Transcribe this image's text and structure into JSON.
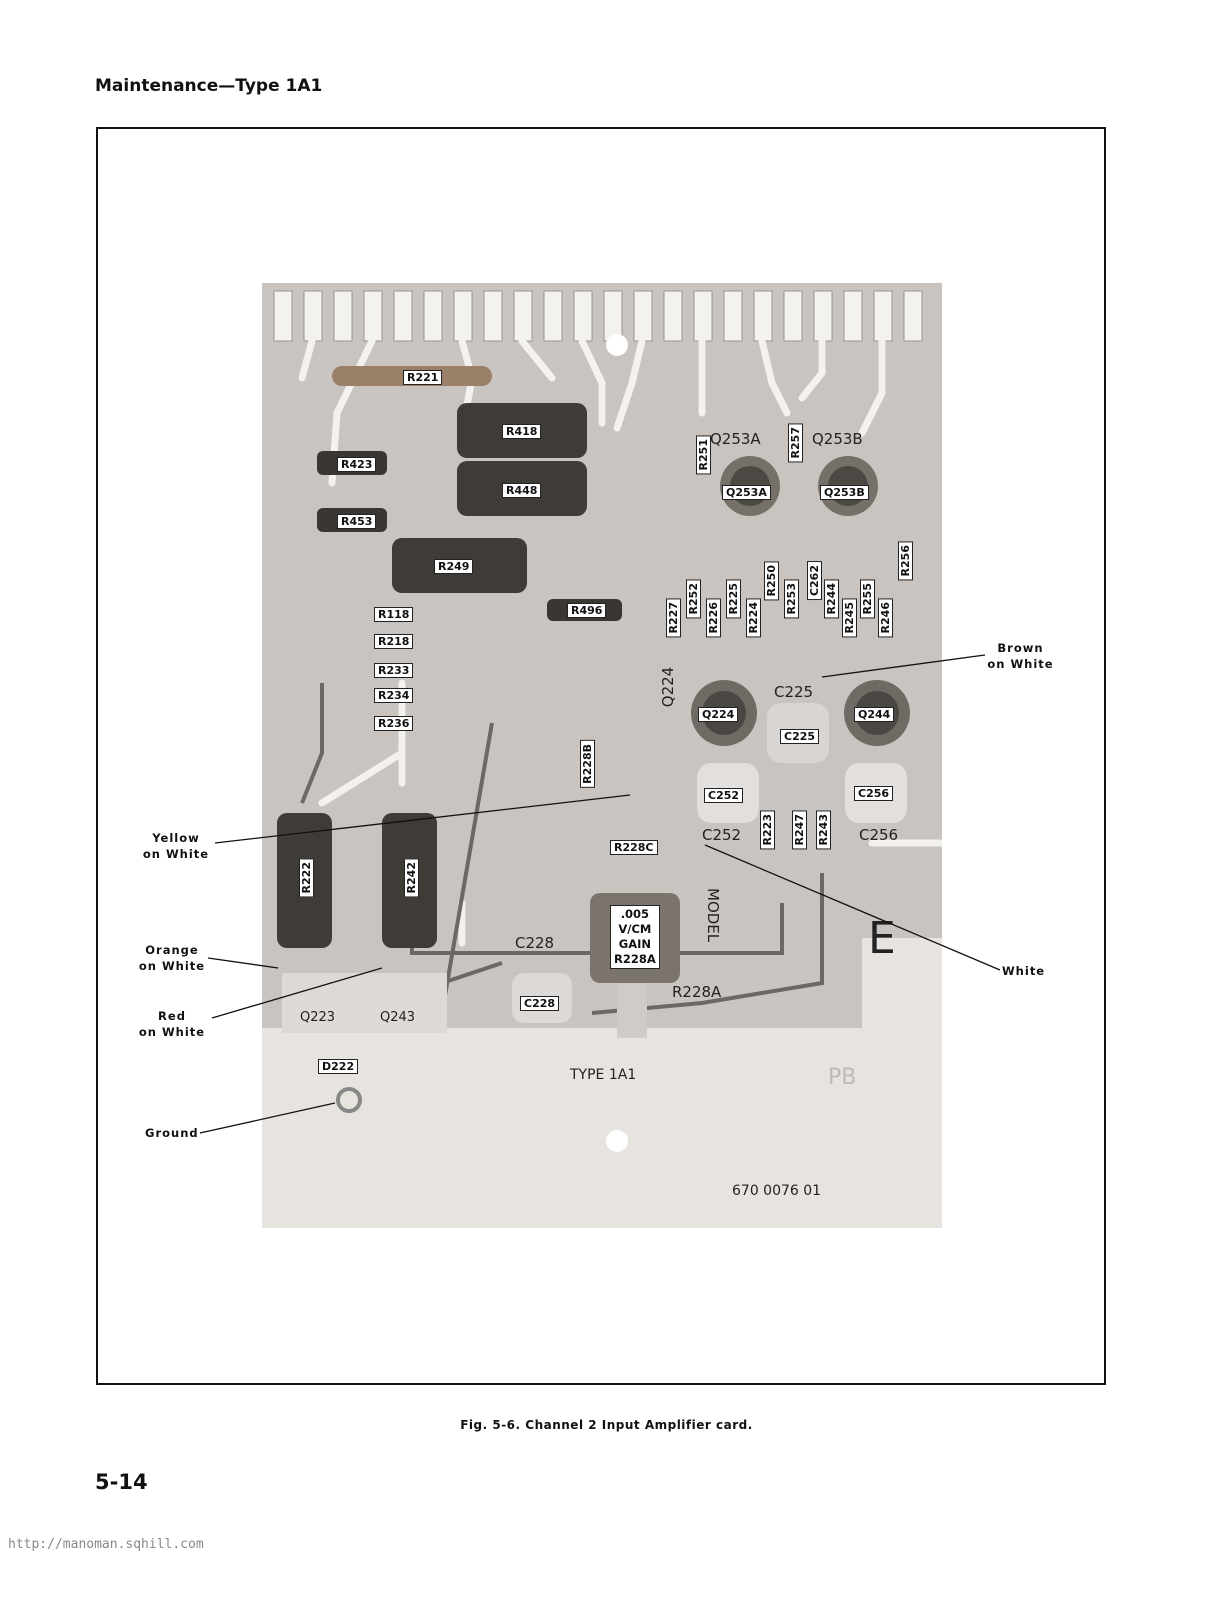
{
  "header": {
    "title": "Maintenance—Type 1A1"
  },
  "figure": {
    "caption": "Fig. 5-6. Channel 2 Input Amplifier card.",
    "component_labels": {
      "r221": "R221",
      "r418": "R418",
      "r423": "R423",
      "r448": "R448",
      "r453": "R453",
      "r249": "R249",
      "r118": "R118",
      "r218": "R218",
      "r233": "R233",
      "r234": "R234",
      "r236": "R236",
      "r496": "R496",
      "r251": "R251",
      "r257": "R257",
      "q253a": "Q253A",
      "q253b": "Q253B",
      "r227": "R227",
      "r252": "R252",
      "r226": "R226",
      "r225": "R225",
      "r224": "R224",
      "r250": "R250",
      "r253": "R253",
      "c262": "C262",
      "r244": "R244",
      "r245": "R245",
      "r255": "R255",
      "r246": "R246",
      "r256": "R256",
      "q224": "Q224",
      "c225": "C225",
      "q244": "Q244",
      "c252": "C252",
      "c256": "C256",
      "r228b": "R228B",
      "r228c": "R228C",
      "r223": "R223",
      "r247": "R247",
      "r243": "R243",
      "r222": "R222",
      "r242": "R242",
      "c228": "C228",
      "q223": "Q223",
      "q243": "Q243",
      "d222": "D222",
      "gain_pot": ".005\nV/CM\nGAIN\nR228A"
    },
    "silkscreen": {
      "q253a": "Q253A",
      "q253b": "Q253B",
      "c225": "C225",
      "q224": "Q224",
      "c252": "C252",
      "c256": "C256",
      "model": "MODEL",
      "c228": "C228",
      "r228a": "R228A",
      "q223": "Q223",
      "q243": "Q243",
      "letter_e": "E",
      "type": "TYPE 1A1",
      "pb": "PB",
      "part_number": "670 0076 01"
    },
    "callouts": {
      "brown": "Brown\non White",
      "yellow": "Yellow\non White",
      "white": "White",
      "orange": "Orange\non White",
      "red": "Red\non White",
      "ground": "Ground"
    }
  },
  "footer": {
    "page_number": "5-14",
    "source_url": "http://manoman.sqhill.com"
  }
}
